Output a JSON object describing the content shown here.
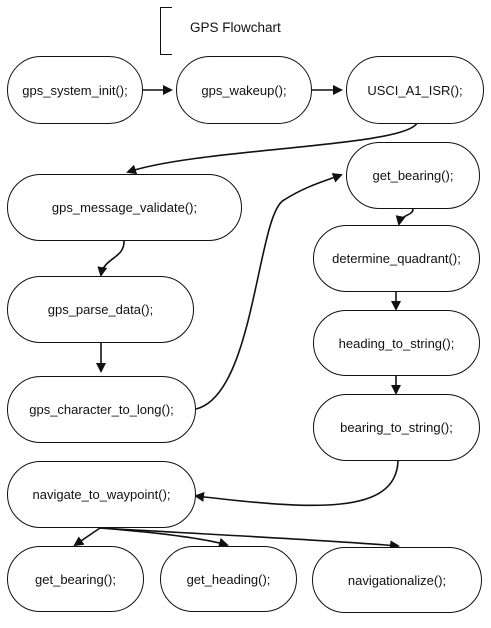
{
  "title": "GPS Flowchart",
  "nodes": {
    "gps_system_init": "gps_system_init();",
    "gps_wakeup": "gps_wakeup();",
    "usci_a1_isr": "USCI_A1_ISR();",
    "gps_message_validate": "gps_message_validate();",
    "gps_parse_data": "gps_parse_data();",
    "gps_character_to_long": "gps_character_to_long();",
    "get_bearing_top": "get_bearing();",
    "determine_quadrant": "determine_quadrant();",
    "heading_to_string": "heading_to_string();",
    "bearing_to_string": "bearing_to_string();",
    "navigate_to_waypoint": "navigate_to_waypoint();",
    "get_bearing_bottom": "get_bearing();",
    "get_heading": "get_heading();",
    "navigationalize": "navigationalize();"
  },
  "edges": [
    [
      "gps_system_init",
      "gps_wakeup"
    ],
    [
      "gps_wakeup",
      "usci_a1_isr"
    ],
    [
      "usci_a1_isr",
      "gps_message_validate"
    ],
    [
      "gps_message_validate",
      "gps_parse_data"
    ],
    [
      "gps_parse_data",
      "gps_character_to_long"
    ],
    [
      "gps_character_to_long",
      "get_bearing_top"
    ],
    [
      "get_bearing_top",
      "determine_quadrant"
    ],
    [
      "determine_quadrant",
      "heading_to_string"
    ],
    [
      "heading_to_string",
      "bearing_to_string"
    ],
    [
      "bearing_to_string",
      "navigate_to_waypoint"
    ],
    [
      "navigate_to_waypoint",
      "get_bearing_bottom"
    ],
    [
      "navigate_to_waypoint",
      "get_heading"
    ],
    [
      "navigate_to_waypoint",
      "navigationalize"
    ]
  ],
  "colors": {
    "stroke": "#111111",
    "background": "#ffffff"
  }
}
